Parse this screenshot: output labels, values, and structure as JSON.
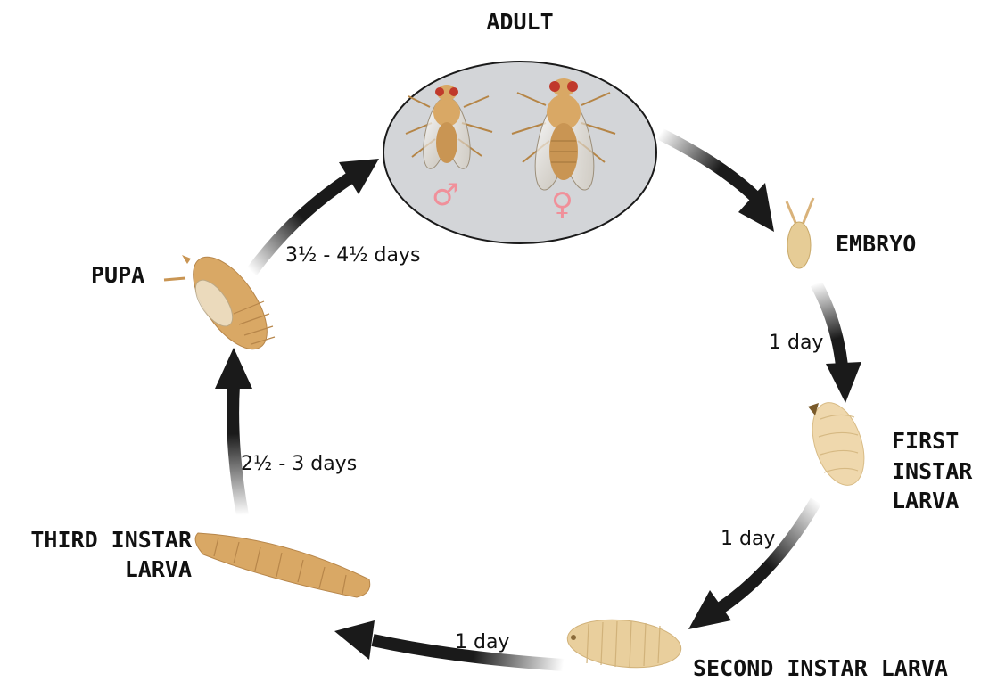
{
  "stages": {
    "adult": "ADULT",
    "embryo": "EMBRYO",
    "first_instar_line1": "FIRST",
    "first_instar_line2": "INSTAR",
    "first_instar_line3": "LARVA",
    "second_instar": "SECOND INSTAR LARVA",
    "third_instar_line1": "THIRD INSTAR",
    "third_instar_line2": "LARVA",
    "pupa": "PUPA"
  },
  "durations": {
    "embryo_to_first": "1 day",
    "first_to_second": "1 day",
    "second_to_third": "1 day",
    "third_to_pupa": "2½ - 3 days",
    "pupa_to_adult": "3½ - 4½ days"
  },
  "sex_symbols": {
    "male": "♂",
    "female": "♀"
  },
  "colors": {
    "arrow": "#1a1a1a",
    "adult_circle_fill": "#d3d5d8",
    "body": "#d9a865",
    "larva": "#e8cc9a",
    "sex_symbol": "#f0909a",
    "eye": "#c0392b"
  }
}
